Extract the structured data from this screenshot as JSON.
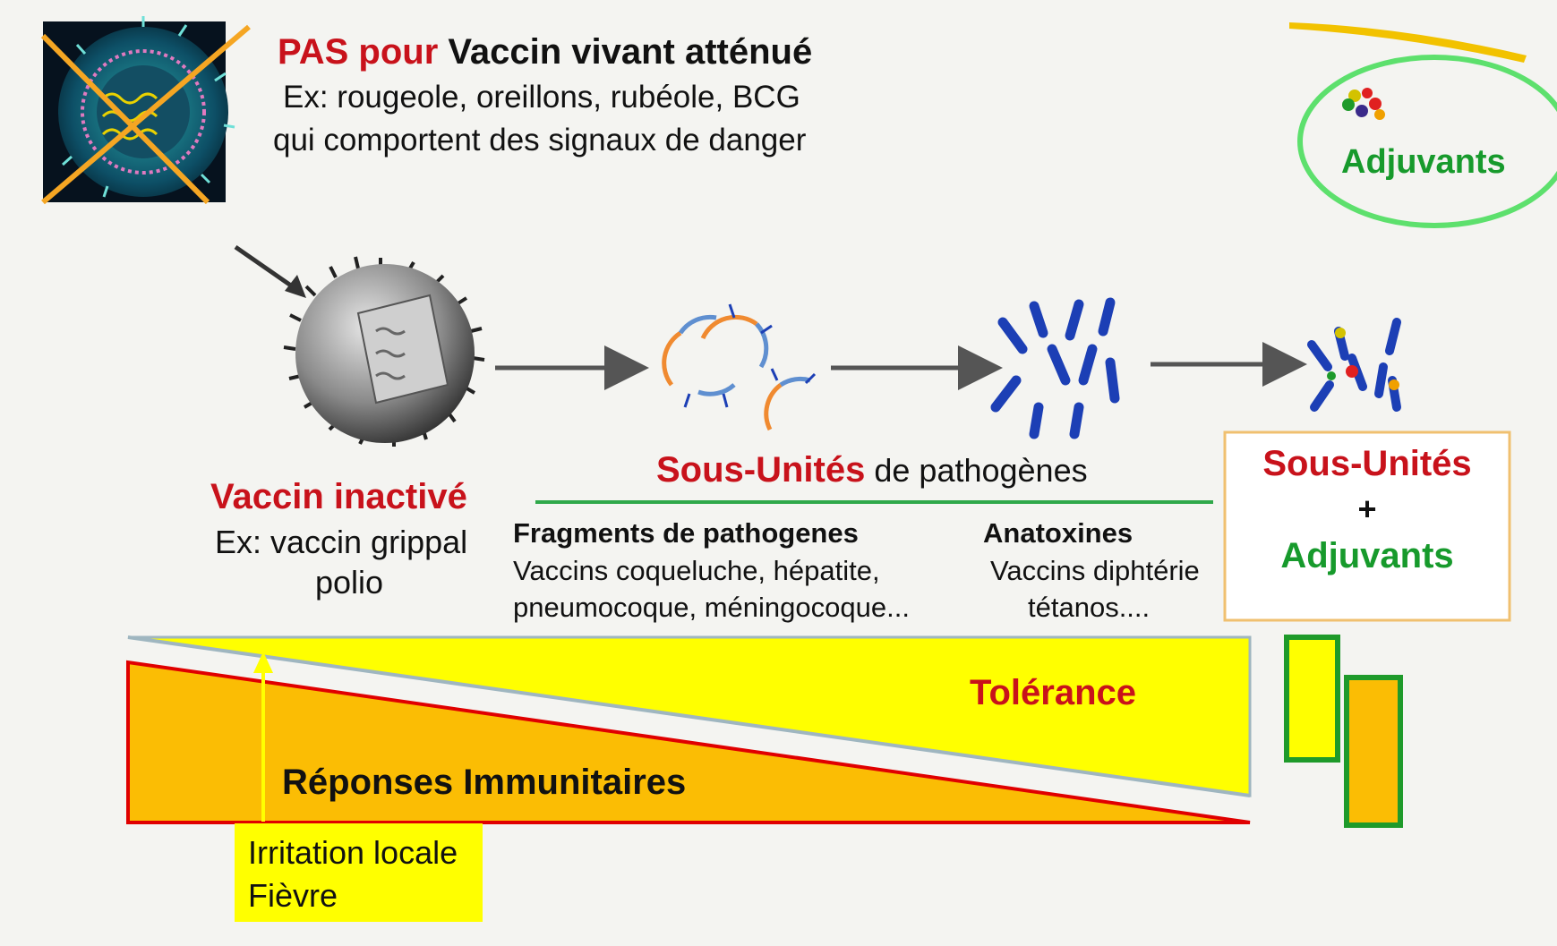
{
  "header": {
    "pas": "PAS pour",
    "title": "Vaccin vivant atténué",
    "line1": "Ex: rougeole, oreillons, rubéole, BCG",
    "line2": "qui comportent des signaux de danger"
  },
  "adjuvants_badge": {
    "label": "Adjuvants"
  },
  "inactive": {
    "title": "Vaccin inactivé",
    "line1": "Ex: vaccin grippal",
    "line2": "polio"
  },
  "subunits": {
    "title_red": "Sous-Unités",
    "title_rest": "de pathogènes",
    "fragments": {
      "title": "Fragments de pathogenes",
      "line1": "Vaccins coqueluche, hépatite,",
      "line2": "pneumocoque, méningocoque..."
    },
    "anatoxines": {
      "title": "Anatoxines",
      "line1": "Vaccins diphtérie",
      "line2": "tétanos...."
    }
  },
  "combo_box": {
    "line1": "Sous-Unités",
    "plus": "+",
    "line2": "Adjuvants"
  },
  "bands": {
    "tolerance": "Tolérance",
    "responses": "Réponses Immunitaires"
  },
  "irritation": {
    "line1": "Irritation locale",
    "line2": "Fièvre"
  },
  "colors": {
    "red": "#c8121b",
    "green": "#179a2c",
    "yellow": "#ffff00",
    "orange": "#fbbd04",
    "blue": "#1c3fb5",
    "gray_arrow": "#555555"
  }
}
